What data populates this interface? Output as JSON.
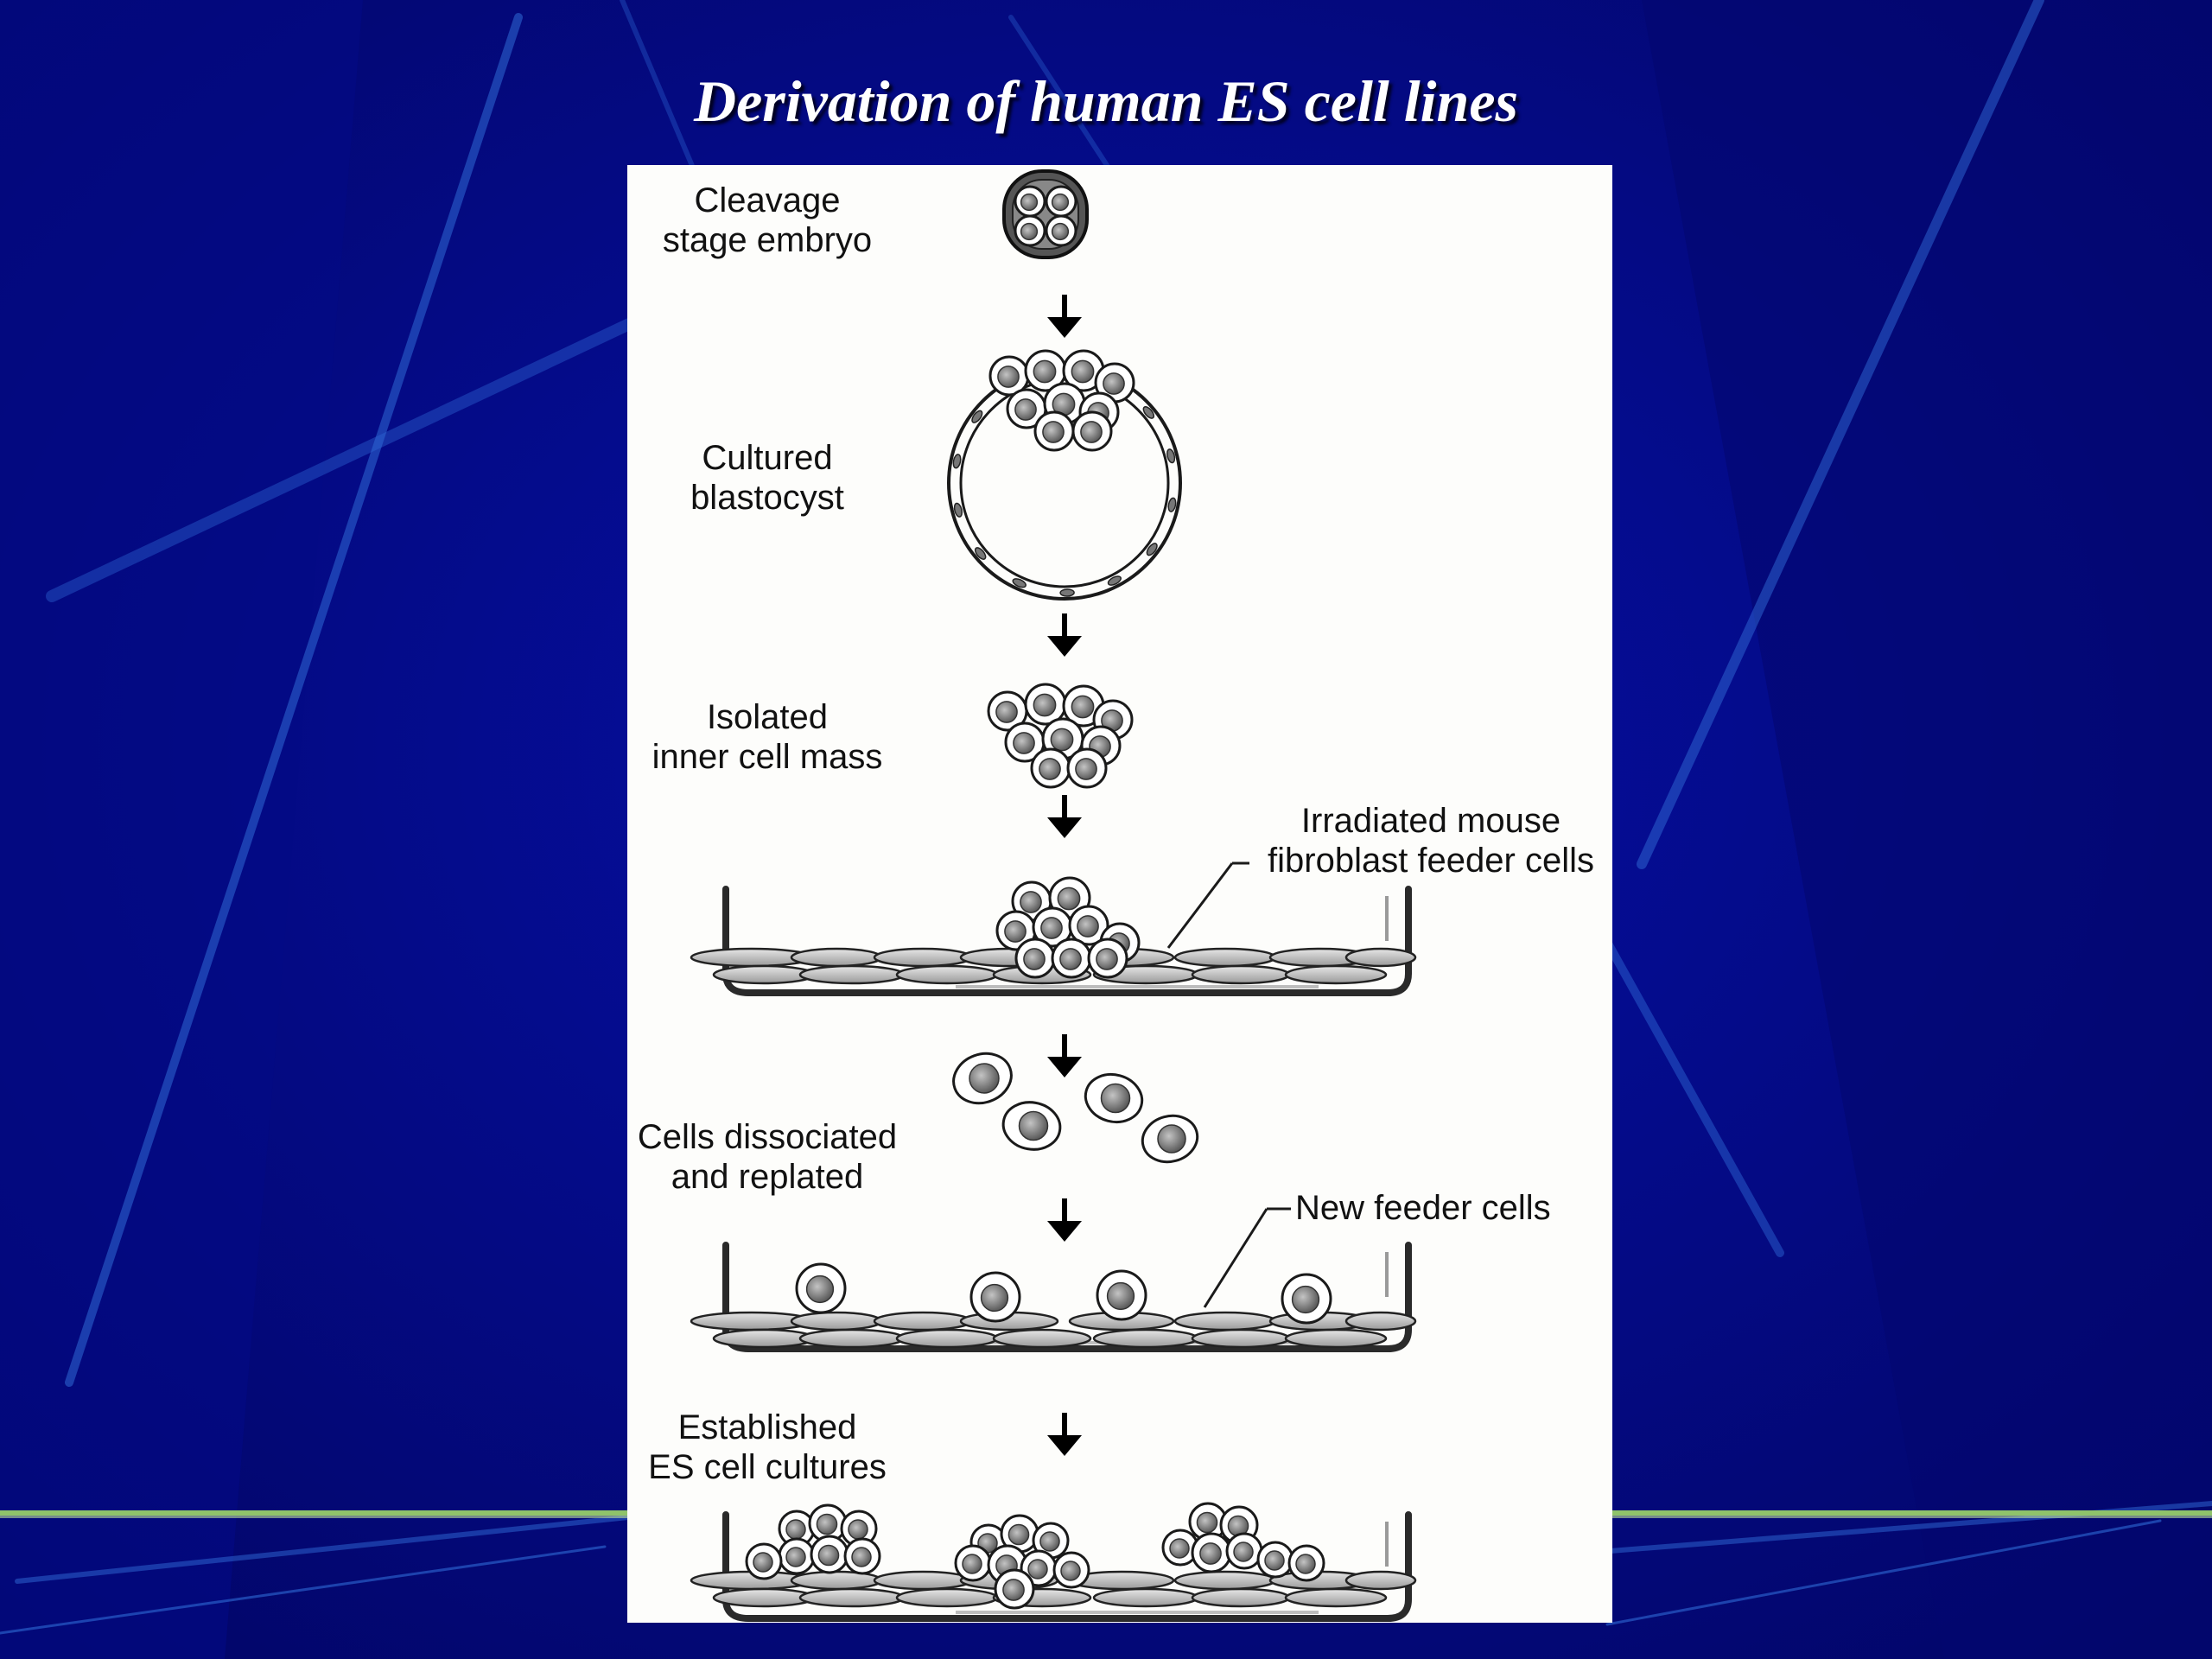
{
  "slide": {
    "title": "Derivation of human ES cell lines"
  },
  "stages": [
    {
      "id": "cleavage",
      "lines": [
        "Cleavage",
        "stage embryo"
      ]
    },
    {
      "id": "blastocyst",
      "lines": [
        "Cultured",
        "blastocyst"
      ]
    },
    {
      "id": "icm",
      "lines": [
        "Isolated",
        "inner cell mass"
      ]
    },
    {
      "id": "dissociated",
      "lines": [
        "Cells dissociated",
        "and replated"
      ]
    },
    {
      "id": "established",
      "lines": [
        "Established",
        "ES cell cultures"
      ]
    }
  ],
  "callouts": {
    "feeder": [
      "Irradiated mouse",
      "fibroblast feeder cells"
    ],
    "new_feeder": "New feeder cells"
  },
  "colors": {
    "background": "#02047a",
    "panel": "#fdfdfb",
    "accent_line": "#8fc36a",
    "streak": "#2f6ad6"
  }
}
